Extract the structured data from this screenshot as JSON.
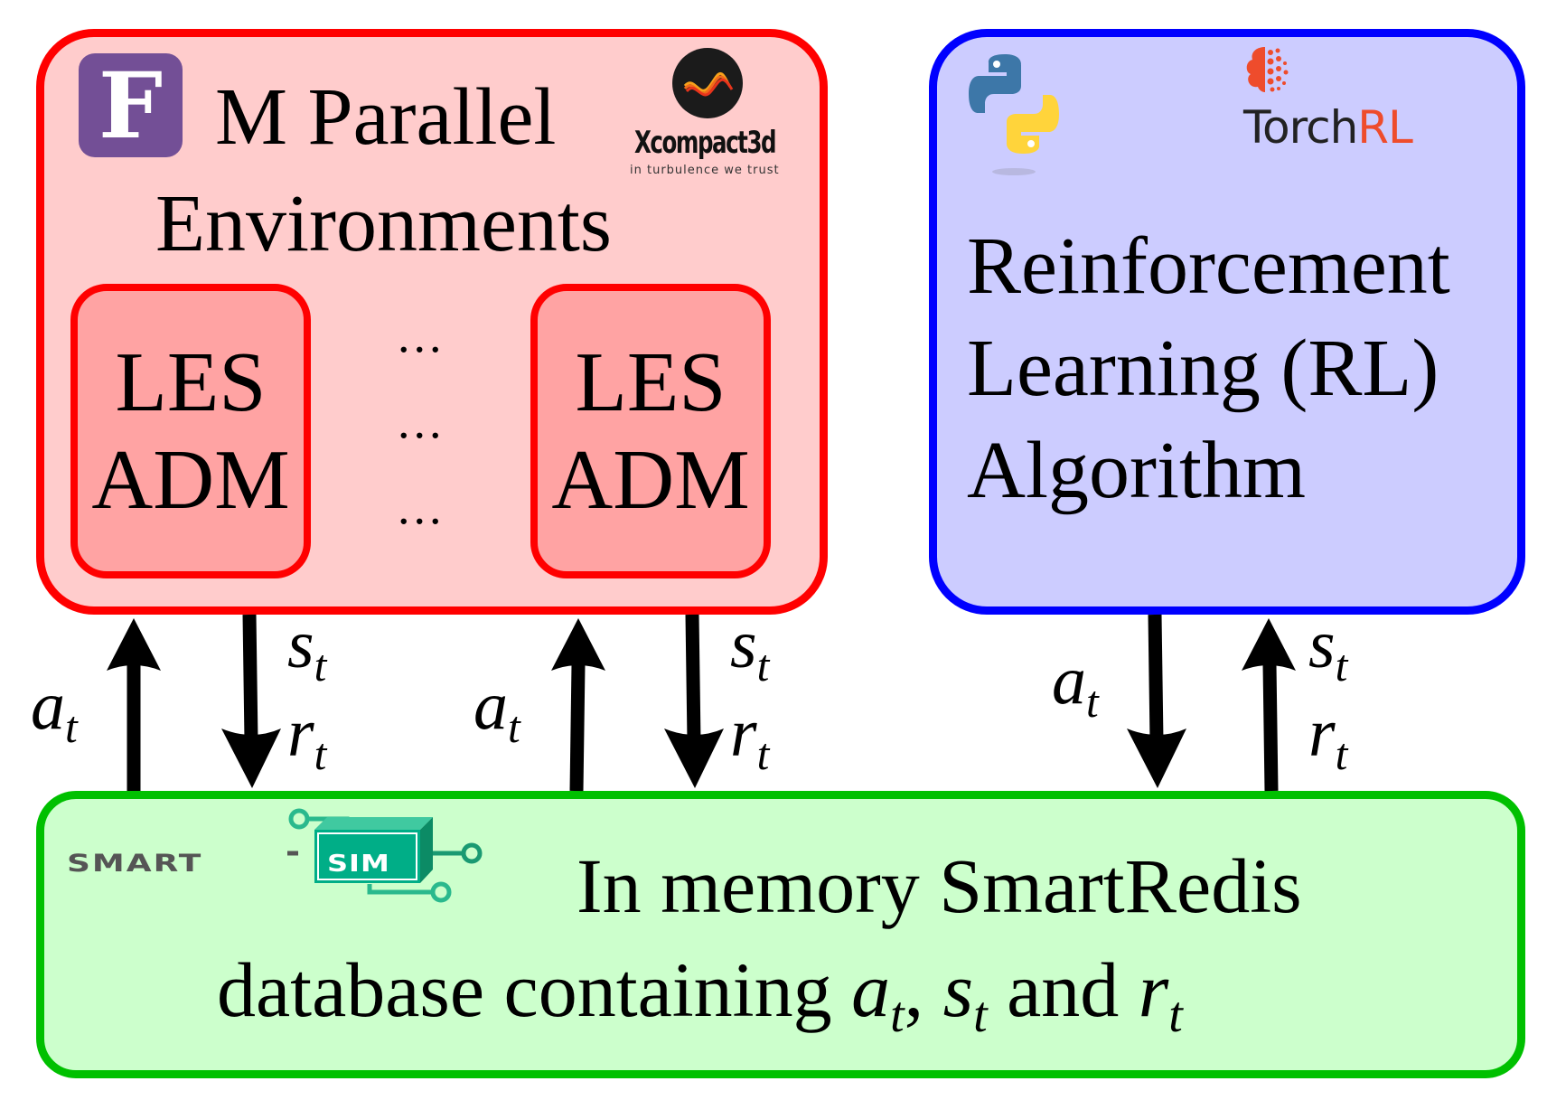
{
  "environments": {
    "title_line_1": "M Parallel",
    "title_line_2": "Environments",
    "instances": [
      {
        "line_1": "LES",
        "line_2": "ADM"
      },
      {
        "line_1": "LES",
        "line_2": "ADM"
      }
    ],
    "ellipsis": "...",
    "logos": {
      "fortran": "F",
      "xcompact3d_name": "Xcompact3d",
      "xcompact3d_tagline": "in turbulence we trust"
    },
    "colors": {
      "border": "#ff0000",
      "fill": "#ffcccc",
      "inner_fill": "#ffa3a3"
    }
  },
  "rl": {
    "lines": [
      "Reinforcement",
      "Learning (RL)",
      "Algorithm"
    ],
    "logos": {
      "python": "python-logo",
      "torchrl_prefix": "Torch",
      "torchrl_suffix": "RL"
    },
    "colors": {
      "border": "#0000ff",
      "fill": "#ccccff"
    }
  },
  "database": {
    "line_1": "In memory SmartRedis",
    "line_2_prefix": "database containing ",
    "line_2_sep_1": ", ",
    "line_2_and": " and ",
    "logos": {
      "smart": "SMART",
      "sim": "SIM"
    },
    "colors": {
      "border": "#00c000",
      "fill": "#ccffcc"
    }
  },
  "symbols": {
    "action_base": "a",
    "state_base": "s",
    "reward_base": "r",
    "subscript": "t"
  },
  "arrows": [
    {
      "from": "database",
      "to": "environment-1",
      "label": "action"
    },
    {
      "from": "environment-1",
      "to": "database",
      "label": "state-reward"
    },
    {
      "from": "database",
      "to": "environment-M",
      "label": "action"
    },
    {
      "from": "environment-M",
      "to": "database",
      "label": "state-reward"
    },
    {
      "from": "rl",
      "to": "database",
      "label": "action"
    },
    {
      "from": "database",
      "to": "rl",
      "label": "state-reward"
    }
  ]
}
